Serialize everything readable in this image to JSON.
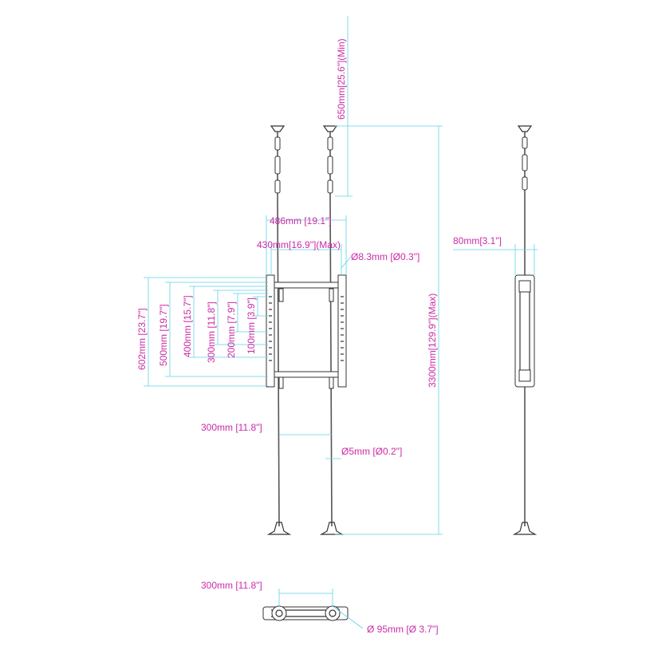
{
  "dimensions": {
    "ceiling_gap": "650mm[25.6\"](Min)",
    "overall_width": "486mm [19.1\"]",
    "max_width": "430mm[16.9\"](Max)",
    "hole_diameter": "Ø8.3mm [Ø0.3\"]",
    "height_602": "602mm [23.7\"]",
    "height_500": "500mm [19.7\"]",
    "height_400": "400mm [15.7\"]",
    "height_300": "300mm [11.8\"]",
    "height_200": "200mm [7.9\"]",
    "height_100": "100mm [3.9\"]",
    "total_height": "3300mm[129.9\"](Max)",
    "depth": "80mm[3.1\"]",
    "pole_spacing": "300mm [11.8\"]",
    "pole_diameter": "Ø5mm [Ø0.2\"]",
    "top_spacing": "300mm [11.8\"]",
    "base_diameter": "Ø 95mm [Ø 3.7\"]"
  },
  "colors": {
    "dimension_text": "#cc2aa6",
    "dimension_line": "#5fd3e6",
    "part_line": "#333333"
  }
}
